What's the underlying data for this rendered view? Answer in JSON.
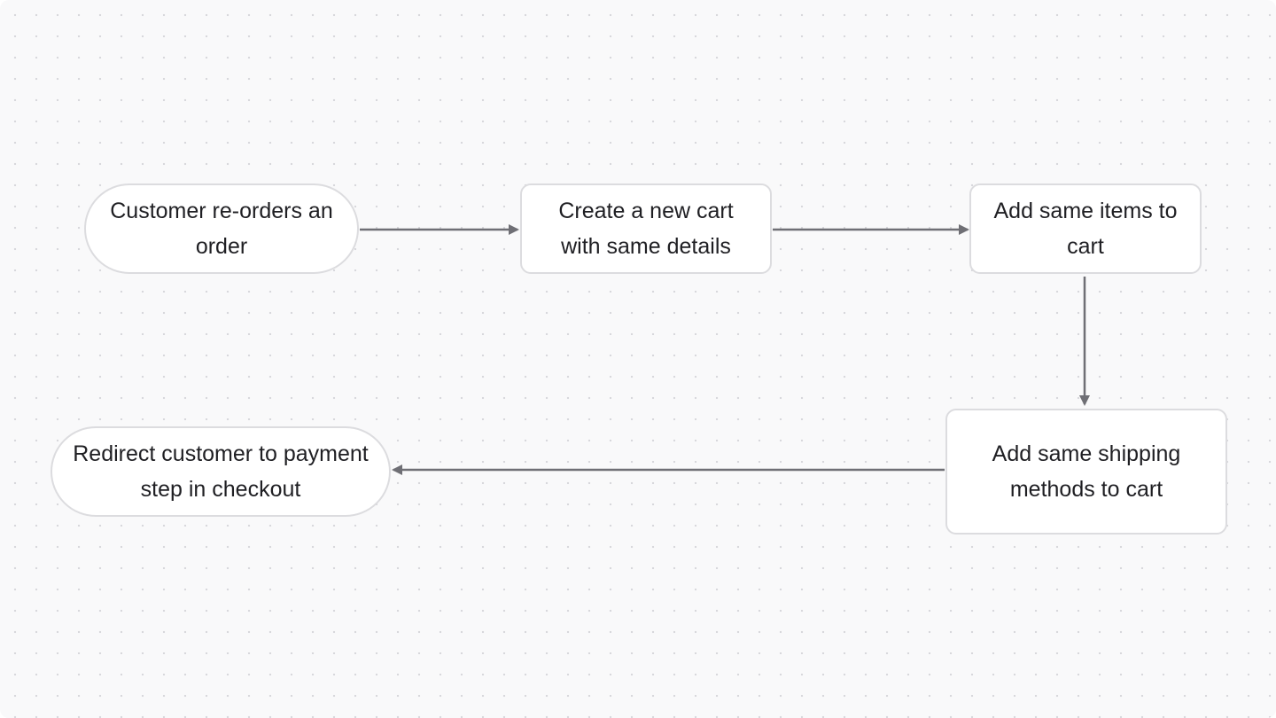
{
  "diagram": {
    "type": "flowchart",
    "nodes": [
      {
        "id": "n1",
        "shape": "terminal",
        "label": "Customer re-orders an order"
      },
      {
        "id": "n2",
        "shape": "process",
        "label": "Create a new cart with same details"
      },
      {
        "id": "n3",
        "shape": "process",
        "label": "Add same items to cart"
      },
      {
        "id": "n4",
        "shape": "process",
        "label": "Add same shipping methods to cart"
      },
      {
        "id": "n5",
        "shape": "terminal",
        "label": "Redirect customer to payment step in checkout"
      }
    ],
    "edges": [
      {
        "from": "n1",
        "to": "n2"
      },
      {
        "from": "n2",
        "to": "n3"
      },
      {
        "from": "n3",
        "to": "n4"
      },
      {
        "from": "n4",
        "to": "n5"
      }
    ],
    "colors": {
      "background": "#f9f9fa",
      "node_fill": "#ffffff",
      "node_border": "#dcdcdf",
      "edge": "#6f6f75",
      "text": "#1f1f23"
    }
  }
}
